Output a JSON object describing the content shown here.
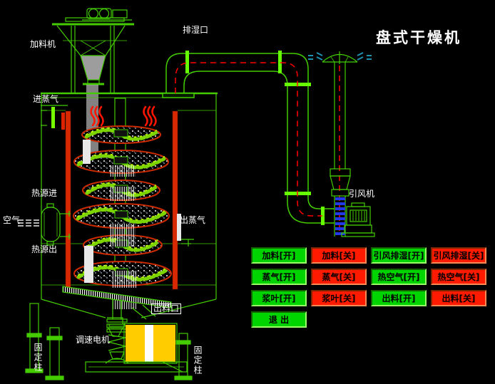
{
  "title": "盘式干燥机",
  "colors": {
    "background": "#000000",
    "line_green": "#44cc00",
    "flange_green": "#66ff00",
    "column_red": "#d82800",
    "pipe_centerline_red": "#ff0000",
    "ladder_rung_blue": "#2238e8",
    "motor_yellow": "#ffcc00",
    "label_white": "#ffffff",
    "button_green": "#00d400",
    "button_red": "#ff1a00",
    "button_text": "#000000"
  },
  "diagram_labels": {
    "feeder": "加料机",
    "moisture_exhaust_port": "排湿口",
    "steam_inlet": "进蒸气",
    "heat_source_in": "热源进",
    "air": "空气",
    "heat_source_out": "热源出",
    "steam_outlet": "出蒸气",
    "discharge_port": "出料口",
    "speed_motor": "调速电机",
    "fixed_column_left": "固定柱",
    "fixed_column_right": "固定柱",
    "induced_draft_fan": "引风机"
  },
  "controls": {
    "buttons": [
      {
        "label": "加料[开]",
        "state": "on",
        "color": "#00d400"
      },
      {
        "label": "加料[关]",
        "state": "off",
        "color": "#ff1a00"
      },
      {
        "label": "引风排湿[开]",
        "state": "on",
        "color": "#00d400"
      },
      {
        "label": "引风排湿[关]",
        "state": "off",
        "color": "#ff1a00"
      },
      {
        "label": "蒸气[开]",
        "state": "on",
        "color": "#00d400"
      },
      {
        "label": "蒸气[关]",
        "state": "off",
        "color": "#ff1a00"
      },
      {
        "label": "热空气[开]",
        "state": "on",
        "color": "#00d400"
      },
      {
        "label": "热空气[关]",
        "state": "off",
        "color": "#ff1a00"
      },
      {
        "label": "浆叶[开]",
        "state": "on",
        "color": "#00d400"
      },
      {
        "label": "浆叶[关]",
        "state": "off",
        "color": "#ff1a00"
      },
      {
        "label": "出料[开]",
        "state": "on",
        "color": "#00d400"
      },
      {
        "label": "出料[关]",
        "state": "off",
        "color": "#ff1a00"
      }
    ],
    "exit_button": {
      "label": "退 出",
      "color": "#00d400"
    }
  }
}
